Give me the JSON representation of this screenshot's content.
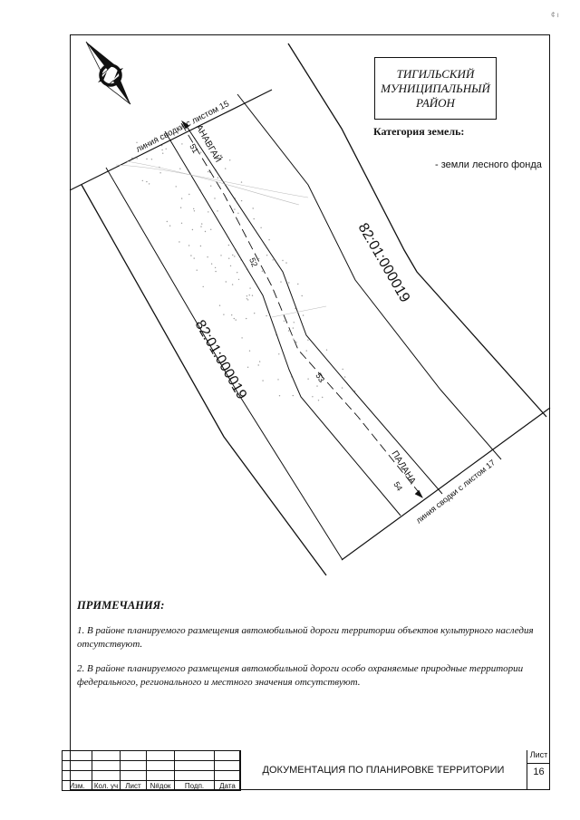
{
  "district": {
    "line1": "ТИГИЛЬСКИЙ",
    "line2": "МУНИЦИПАЛЬНЫЙ",
    "line3": "РАЙОН"
  },
  "legend": {
    "title": "Категория земель:",
    "item": "- земли лесного фонда"
  },
  "map": {
    "match_line_top": "линия сводки с листом 15",
    "match_line_bottom": "линия сводки с листом 17",
    "cadastral_left": "82:01:000019",
    "cadastral_right": "82:01:000019",
    "direction_top": "АНАВГАЙ",
    "direction_bottom": "ПАЛАНА",
    "km": [
      "51",
      "52",
      "53",
      "54"
    ]
  },
  "notes": {
    "title": "ПРИМЕЧАНИЯ:",
    "note1": "1. В районе планируемого размещения автомобильной дороги территории объектов культурного наследия отсутствуют.",
    "note2": "2. В районе планируемого размещения автомобильной дороги особо охраняемые природные территории федерального, регионального и местного значения отсутствуют."
  },
  "stamp": {
    "cols": [
      "Изм.",
      "Кол. уч",
      "Лист",
      "N#док",
      "Подп.",
      "Дата"
    ],
    "title": "ДОКУМЕНТАЦИЯ ПО ПЛАНИРОВКЕ ТЕРРИТОРИИ",
    "sheet_label": "Лист",
    "sheet_number": "16"
  },
  "corner_mark": "¢ ı"
}
